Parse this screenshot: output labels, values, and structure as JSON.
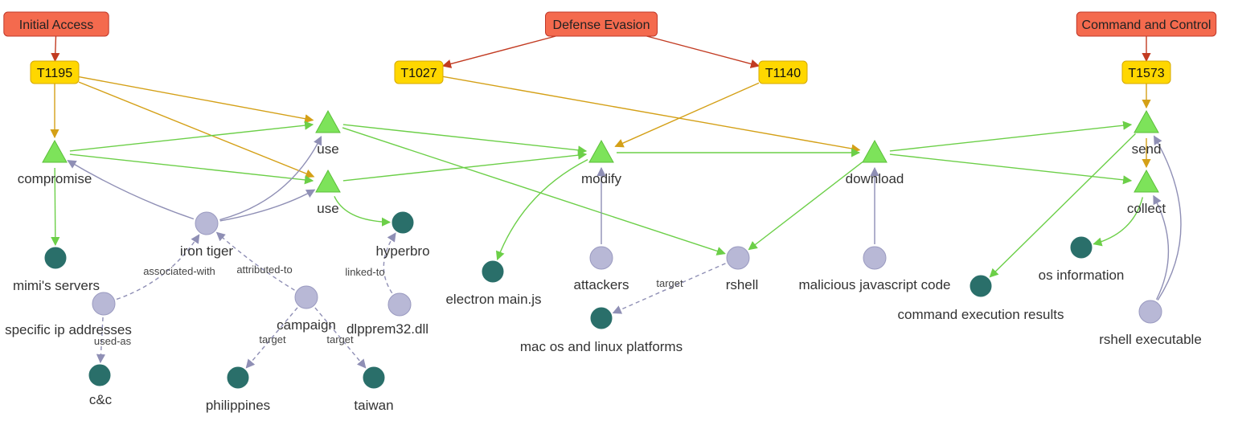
{
  "colors": {
    "tactic_fill": "#f46a4e",
    "tactic_stroke": "#c0392b",
    "technique_fill": "#ffd700",
    "technique_stroke": "#d4a900",
    "action_fill": "#7de35a",
    "action_stroke": "#5cbf3a",
    "entity_fill": "#b8b8d6",
    "entity_stroke": "#9a9ac0",
    "target_fill": "#2a6f6a",
    "edge_red": "#c23b22",
    "edge_gold": "#d4a017",
    "edge_green": "#6ccf48",
    "edge_purple": "#8f8fb5"
  },
  "tactics": [
    {
      "id": "initial_access",
      "label": "Initial Access"
    },
    {
      "id": "defense_evasion",
      "label": "Defense Evasion"
    },
    {
      "id": "command_and_control",
      "label": "Command and Control"
    }
  ],
  "techniques": [
    {
      "id": "t1195",
      "label": "T1195"
    },
    {
      "id": "t1027",
      "label": "T1027"
    },
    {
      "id": "t1140",
      "label": "T1140"
    },
    {
      "id": "t1573",
      "label": "T1573"
    }
  ],
  "actions": [
    {
      "id": "compromise",
      "label": "compromise"
    },
    {
      "id": "use1",
      "label": "use"
    },
    {
      "id": "use2",
      "label": "use"
    },
    {
      "id": "modify",
      "label": "modify"
    },
    {
      "id": "download",
      "label": "download"
    },
    {
      "id": "send",
      "label": "send"
    },
    {
      "id": "collect",
      "label": "collect"
    }
  ],
  "entities": [
    {
      "id": "iron_tiger",
      "label": "iron tiger",
      "kind": "entity"
    },
    {
      "id": "specific_ip",
      "label": "specific ip addresses",
      "kind": "entity"
    },
    {
      "id": "campaign",
      "label": "campaign",
      "kind": "entity"
    },
    {
      "id": "dlpprem",
      "label": "dlpprem32.dll",
      "kind": "entity"
    },
    {
      "id": "attackers",
      "label": "attackers",
      "kind": "entity"
    },
    {
      "id": "rshell",
      "label": "rshell",
      "kind": "entity"
    },
    {
      "id": "malicious_js",
      "label": "malicious javascript code",
      "kind": "entity"
    },
    {
      "id": "rshell_exe",
      "label": "rshell executable",
      "kind": "entity"
    },
    {
      "id": "mimis_servers",
      "label": "mimi's servers",
      "kind": "target"
    },
    {
      "id": "cc",
      "label": "c&c",
      "kind": "target"
    },
    {
      "id": "philippines",
      "label": "philippines",
      "kind": "target"
    },
    {
      "id": "taiwan",
      "label": "taiwan",
      "kind": "target"
    },
    {
      "id": "hyperbro",
      "label": "hyperbro",
      "kind": "target"
    },
    {
      "id": "electron_main",
      "label": "electron main.js",
      "kind": "target"
    },
    {
      "id": "mac_linux",
      "label": "mac os and linux platforms",
      "kind": "target"
    },
    {
      "id": "cmd_results",
      "label": "command execution results",
      "kind": "target"
    },
    {
      "id": "os_info",
      "label": "os information",
      "kind": "target"
    }
  ],
  "edges": [
    {
      "from": "initial_access",
      "to": "t1195",
      "type": "red"
    },
    {
      "from": "defense_evasion",
      "to": "t1027",
      "type": "red"
    },
    {
      "from": "defense_evasion",
      "to": "t1140",
      "type": "red"
    },
    {
      "from": "command_and_control",
      "to": "t1573",
      "type": "red"
    },
    {
      "from": "t1195",
      "to": "compromise",
      "type": "gold"
    },
    {
      "from": "t1195",
      "to": "use1",
      "type": "gold"
    },
    {
      "from": "t1195",
      "to": "use2",
      "type": "gold"
    },
    {
      "from": "t1027",
      "to": "download",
      "type": "gold"
    },
    {
      "from": "t1140",
      "to": "modify",
      "type": "gold"
    },
    {
      "from": "t1573",
      "to": "send",
      "type": "gold"
    },
    {
      "from": "send",
      "to": "collect",
      "type": "gold"
    },
    {
      "from": "compromise",
      "to": "use1",
      "type": "green"
    },
    {
      "from": "compromise",
      "to": "use2",
      "type": "green"
    },
    {
      "from": "use1",
      "to": "modify",
      "type": "green"
    },
    {
      "from": "use2",
      "to": "modify",
      "type": "green"
    },
    {
      "from": "modify",
      "to": "download",
      "type": "green"
    },
    {
      "from": "download",
      "to": "send",
      "type": "green"
    },
    {
      "from": "download",
      "to": "collect",
      "type": "green"
    },
    {
      "from": "use1",
      "to": "rshell",
      "type": "green"
    },
    {
      "from": "compromise",
      "to": "mimis_servers",
      "type": "green"
    },
    {
      "from": "use2",
      "to": "hyperbro",
      "type": "green"
    },
    {
      "from": "modify",
      "to": "electron_main",
      "type": "green"
    },
    {
      "from": "download",
      "to": "rshell",
      "type": "green"
    },
    {
      "from": "send",
      "to": "cmd_results",
      "type": "green"
    },
    {
      "from": "collect",
      "to": "os_info",
      "type": "green"
    },
    {
      "from": "iron_tiger",
      "to": "compromise",
      "type": "purple"
    },
    {
      "from": "iron_tiger",
      "to": "use1",
      "type": "purple"
    },
    {
      "from": "iron_tiger",
      "to": "use2",
      "type": "purple"
    },
    {
      "from": "attackers",
      "to": "modify",
      "type": "purple"
    },
    {
      "from": "malicious_js",
      "to": "download",
      "type": "purple"
    },
    {
      "from": "rshell_exe",
      "to": "send",
      "type": "purple"
    },
    {
      "from": "rshell_exe",
      "to": "collect",
      "type": "purple"
    },
    {
      "from": "specific_ip",
      "to": "iron_tiger",
      "type": "dashed",
      "label": "associated-with"
    },
    {
      "from": "campaign",
      "to": "iron_tiger",
      "type": "dashed",
      "label": "attributed-to"
    },
    {
      "from": "specific_ip",
      "to": "cc",
      "type": "dashed",
      "label": "used-as"
    },
    {
      "from": "campaign",
      "to": "philippines",
      "type": "dashed",
      "label": "target"
    },
    {
      "from": "campaign",
      "to": "taiwan",
      "type": "dashed",
      "label": "target"
    },
    {
      "from": "dlpprem",
      "to": "hyperbro",
      "type": "dashed",
      "label": "linked-to"
    },
    {
      "from": "rshell",
      "to": "mac_linux",
      "type": "dashed",
      "label": "target"
    }
  ]
}
